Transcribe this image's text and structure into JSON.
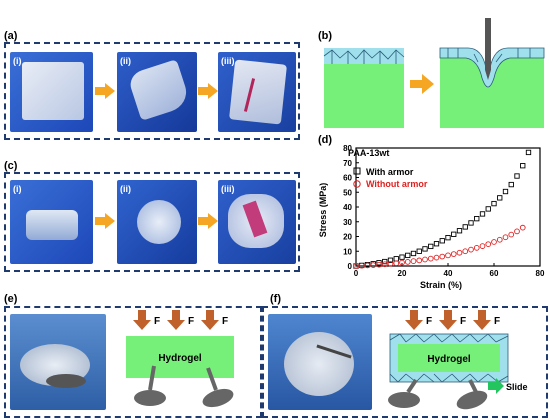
{
  "panels": {
    "a": {
      "label": "(a)",
      "subs": [
        "(i)",
        "(ii)",
        "(iii)"
      ]
    },
    "b": {
      "label": "(b)"
    },
    "c": {
      "label": "(c)",
      "subs": [
        "(i)",
        "(ii)",
        "(iii)"
      ]
    },
    "d": {
      "label": "(d)"
    },
    "e": {
      "label": "(e)",
      "hydrogel": "Hydrogel",
      "force": "F"
    },
    "f": {
      "label": "(f)",
      "hydrogel": "Hydrogel",
      "force": "F",
      "slide": "Slide"
    }
  },
  "colors": {
    "frame": "#1f3a6e",
    "arrow": "#f5a623",
    "hydrogel": "#77f07a",
    "armor": "#9fe0ec",
    "force_arrow": "#c0602a",
    "with_armor": "#000000",
    "without_armor": "#e02020"
  },
  "chart_data": {
    "type": "scatter",
    "title": "PAA-13wt",
    "xlabel": "Strain (%)",
    "ylabel": "Stress (MPa)",
    "xlim": [
      0,
      80
    ],
    "ylim": [
      0,
      80
    ],
    "xticks": [
      0,
      20,
      40,
      60,
      80
    ],
    "yticks": [
      0,
      10,
      20,
      30,
      40,
      50,
      60,
      70,
      80
    ],
    "legend_position": "top-left",
    "series": [
      {
        "name": "With armor",
        "marker": "square",
        "color": "#000000",
        "x": [
          0,
          2.5,
          5,
          7.5,
          10,
          12.5,
          15,
          17.5,
          20,
          22.5,
          25,
          27.5,
          30,
          32.5,
          35,
          37.5,
          40,
          42.5,
          45,
          47.5,
          50,
          52.5,
          55,
          57.5,
          60,
          62.5,
          65,
          67.5,
          70,
          72.5,
          75
        ],
        "y": [
          0,
          0.4,
          0.9,
          1.5,
          2.2,
          3.0,
          3.9,
          4.9,
          6.0,
          7.2,
          8.5,
          10.0,
          11.6,
          13.3,
          15.1,
          17.1,
          19.2,
          21.5,
          23.9,
          26.5,
          29.2,
          32.1,
          35.3,
          38.7,
          42.3,
          46.2,
          50.5,
          55.2,
          61.0,
          68.0,
          77.0
        ]
      },
      {
        "name": "Without armor",
        "marker": "circle",
        "color": "#e02020",
        "x": [
          0,
          2.5,
          5,
          7.5,
          10,
          12.5,
          15,
          17.5,
          20,
          22.5,
          25,
          27.5,
          30,
          32.5,
          35,
          37.5,
          40,
          42.5,
          45,
          47.5,
          50,
          52.5,
          55,
          57.5,
          60,
          62.5,
          65,
          67.5,
          70,
          72.5
        ],
        "y": [
          0,
          0.2,
          0.4,
          0.6,
          0.9,
          1.2,
          1.5,
          1.9,
          2.3,
          2.8,
          3.3,
          3.8,
          4.4,
          5.0,
          5.7,
          6.4,
          7.2,
          8.1,
          9.0,
          10.0,
          11.1,
          12.3,
          13.5,
          14.8,
          16.3,
          17.8,
          19.5,
          21.3,
          23.5,
          26.0
        ]
      }
    ]
  }
}
